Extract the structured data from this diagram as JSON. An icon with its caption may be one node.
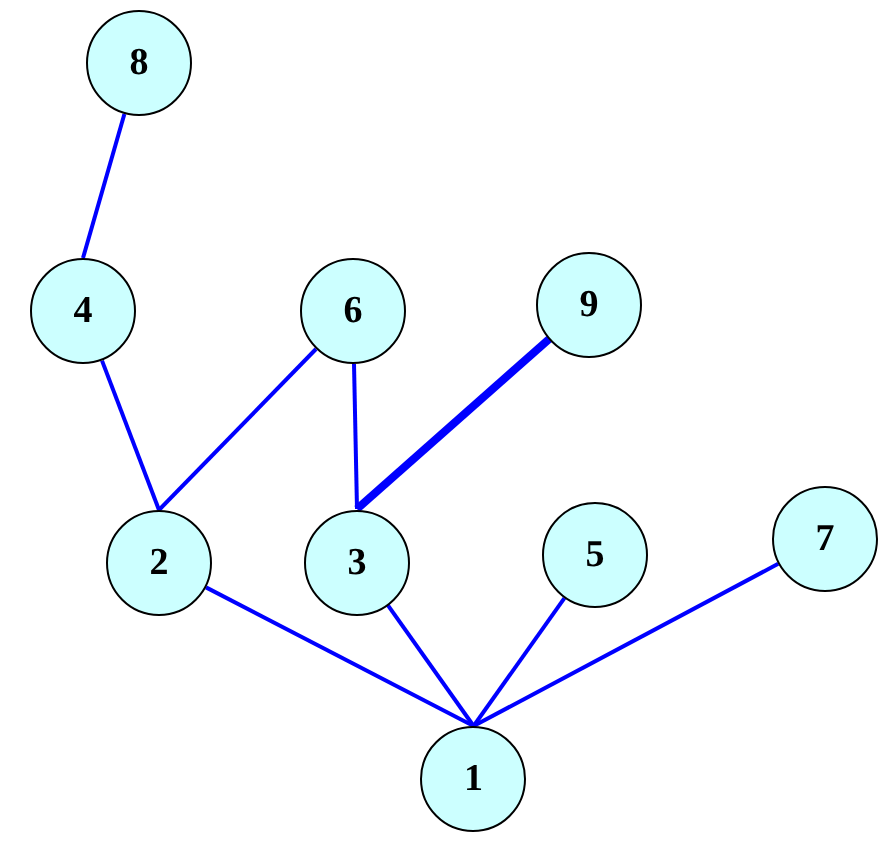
{
  "diagram": {
    "nodes": [
      {
        "text": [
          "8"
        ]
      },
      {
        "text": [
          "4"
        ]
      },
      {
        "text": [
          "6"
        ]
      },
      {
        "text": [
          "9"
        ]
      },
      {
        "text": [
          "2"
        ]
      },
      {
        "text": [
          "3"
        ]
      },
      {
        "text": [
          "5"
        ]
      },
      {
        "text": [
          "7"
        ]
      },
      {
        "text": [
          "1"
        ]
      }
    ],
    "edges": [
      {
        "from": 0,
        "to": 1,
        "arrow": "none"
      },
      {
        "from": 1,
        "to": 4,
        "arrow": "none"
      },
      {
        "from": 2,
        "to": 4,
        "arrow": "none"
      },
      {
        "from": 2,
        "to": 5,
        "arrow": "none"
      },
      {
        "from": 3,
        "to": 5,
        "arrow": "none",
        "style": "thick"
      },
      {
        "from": 4,
        "to": 8,
        "arrow": "none"
      },
      {
        "from": 5,
        "to": 8,
        "arrow": "none"
      },
      {
        "from": 6,
        "to": 8,
        "arrow": "none"
      },
      {
        "from": 7,
        "to": 8,
        "arrow": "none"
      }
    ]
  }
}
